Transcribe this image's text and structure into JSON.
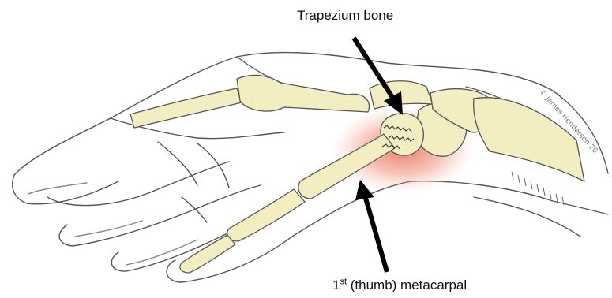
{
  "labels": {
    "trapezium": "Trapezium bone",
    "metacarpal_sup": "st",
    "metacarpal_prefix": "1",
    "metacarpal_rest": " (thumb) metacarpal"
  },
  "copyright": "© James Henderson 20",
  "colors": {
    "bone_fill": "#f2eec2",
    "inflammation": "#e0503a",
    "outline": "#444444",
    "arrow": "#000000"
  }
}
